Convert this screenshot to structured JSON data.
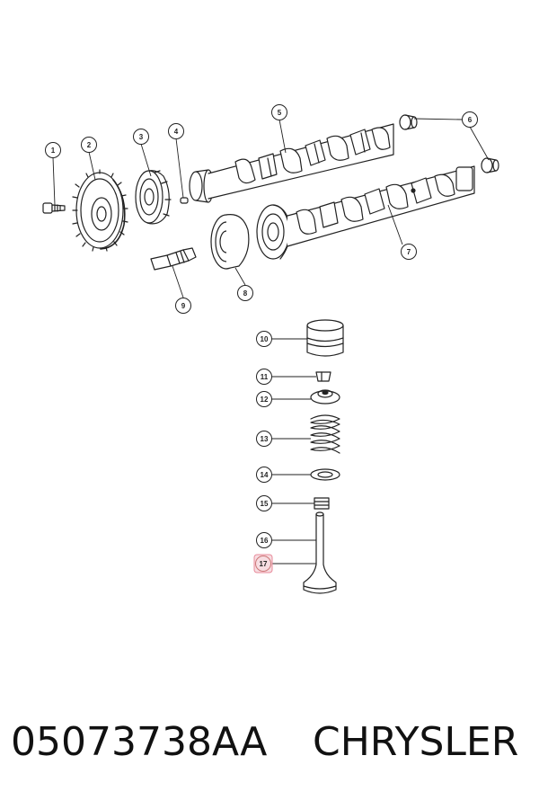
{
  "footer": {
    "part_number": "05073738AA",
    "brand": "CHRYSLER"
  },
  "callouts": [
    "1",
    "2",
    "3",
    "4",
    "5",
    "6",
    "7",
    "8",
    "9",
    "10",
    "11",
    "12",
    "13",
    "14",
    "15",
    "16",
    "17"
  ],
  "highlighted_callout": "17",
  "colors": {
    "line": "#222222",
    "highlight_fill": "#f7dde2",
    "highlight_stroke": "#e88a9a"
  }
}
